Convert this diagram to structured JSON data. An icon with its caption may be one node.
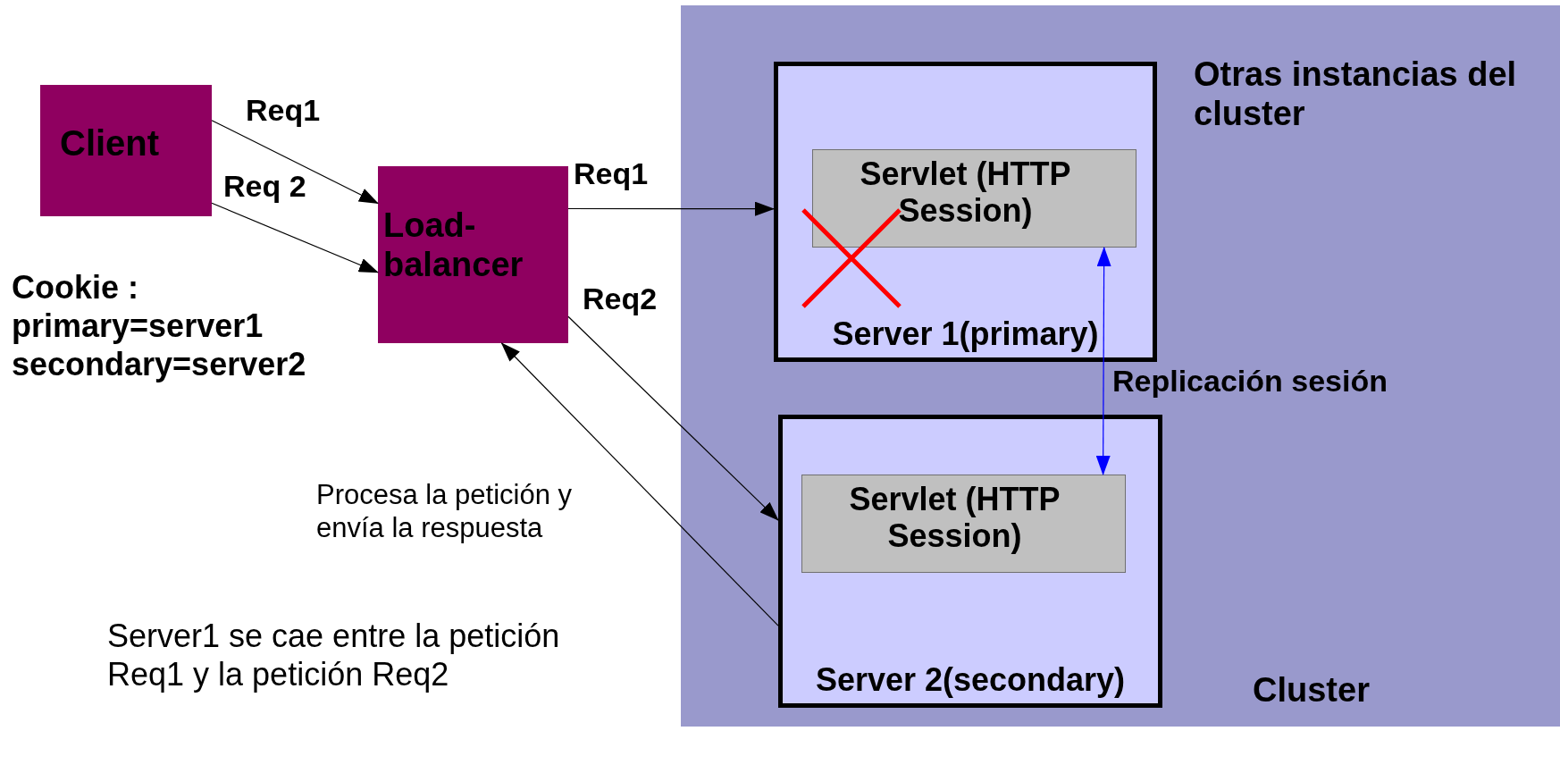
{
  "diagram": {
    "nodes": [
      {
        "text": [
          "Client"
        ]
      },
      {
        "text": [
          "Load-balancer"
        ]
      },
      {
        "text": [
          "Otras instancias del cluster",
          "Cluster"
        ]
      },
      {
        "text": [
          "Server 1(primary)"
        ],
        "in": 2
      },
      {
        "text": [
          "Servlet (HTTP Session)"
        ],
        "in": 3
      },
      {
        "text": [
          "Server 2(secondary)"
        ],
        "in": 2
      },
      {
        "text": [
          "Servlet (HTTP Session)"
        ],
        "in": 5
      }
    ],
    "edges": [
      {
        "from": 0,
        "to": 1,
        "arrow": "to",
        "label": "Req1"
      },
      {
        "from": 0,
        "to": 1,
        "arrow": "to",
        "label": "Req 2"
      },
      {
        "from": 1,
        "to": 3,
        "arrow": "to",
        "label": "Req1"
      },
      {
        "from": 1,
        "to": 5,
        "arrow": "to",
        "label": "Req2"
      },
      {
        "from": 5,
        "to": 1,
        "arrow": "to"
      },
      {
        "from": 4,
        "to": 6,
        "arrow": "both",
        "label": "Replicación sesión",
        "color": "#0000ff"
      }
    ],
    "labels": [
      "Cookie : primary=server1 secondary=server2",
      "Procesa la petición y envía la respuesta",
      "Server1 se cae entre la petición Req1 y la petición Req2"
    ]
  }
}
